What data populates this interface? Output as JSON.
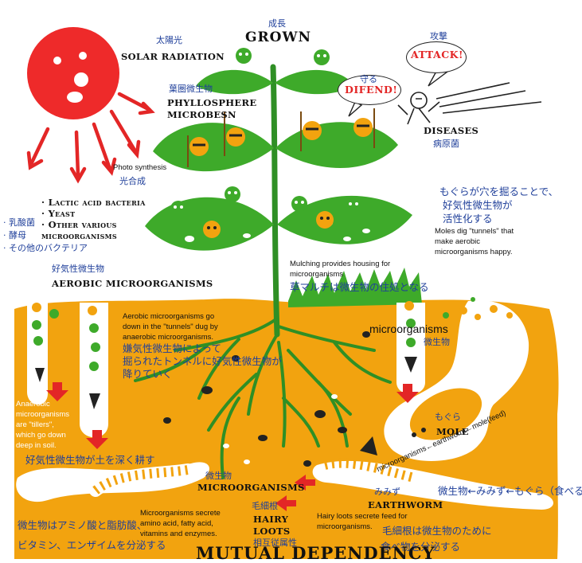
{
  "header": {
    "grown_jp": "成長",
    "grown_en": "GROWN",
    "solar_jp": "太陽光",
    "solar_en": "SOLAR RADIATION"
  },
  "leaves": {
    "phyllo_jp": "葉圏微生物",
    "phyllo_en_1": "PHYLLOSPHERE",
    "phyllo_en_2": "MICROBESN"
  },
  "defense": {
    "attack_jp": "攻撃",
    "attack_en": "ATTACK!",
    "defend_jp": "守る",
    "defend_en": "DIFEND!",
    "diseases_en": "DISEASES",
    "diseases_jp": "病原菌"
  },
  "photo": {
    "en": "Photo synthesis",
    "jp": "光合成"
  },
  "bacteria": {
    "en": [
      "· Lactic acid bacteria",
      "· Yeast",
      "· Other various",
      "  microorganisms"
    ],
    "jp": [
      "· 乳酸菌",
      "· 酵母",
      "· その他のバクテリア"
    ]
  },
  "mole_tunnel": {
    "jp_1": "もぐらが穴を掘ることで、",
    "jp_2": "好気性微生物が",
    "jp_3": "活性化する",
    "en_1": "Moles dig \"tunnels\" that",
    "en_2": "make aerobic",
    "en_3": "microorganisms happy."
  },
  "aerobic": {
    "jp": "好気性微生物",
    "en": "AEROBIC MICROORGANISMS"
  },
  "mulching": {
    "en_1": "Mulching provides housing for",
    "en_2": "microorganisms",
    "jp": "草マルチは微生物の住処となる"
  },
  "tunnels": {
    "en_1": "Aerobic microorganisms go",
    "en_2": "down in the \"tunnels\" dug by",
    "en_3": "anaerobic microorganisms.",
    "jp_1": "嫌気性微生物によって",
    "jp_2": "掘られたトンネルに好気性微生物が",
    "jp_3": "降りていく"
  },
  "micro_right": {
    "en": "microorganisms",
    "jp": "微生物"
  },
  "anaerobic": {
    "en_1": "Anaerobic",
    "en_2": "microorganisms",
    "en_3": "are \"tillers\",",
    "en_4": "which go down",
    "en_5": "deep in soil.",
    "jp": "好気性微生物が土を深く耕す"
  },
  "mole": {
    "jp": "もぐら",
    "en": "MOLE",
    "chain_en": "microorganisms←earthworm←mole(feed)",
    "chain_jp": "微生物←みみず←もぐら（食べる）"
  },
  "earthworm": {
    "jp": "みみず",
    "en": "EARTHWORM"
  },
  "center": {
    "micro_jp": "微生物",
    "micro_en": "MICROORGANISMS",
    "hair_jp": "毛細根",
    "hair_en_1": "HAIRY",
    "hair_en_2": "LOOTS",
    "mutual_jp": "相互従属性",
    "title": "MUTUAL DEPENDENCY"
  },
  "bottom_left": {
    "en_1": "Microorganisms secrete",
    "en_2": "amino acid, fatty acid,",
    "en_3": "vitamins and enzymes.",
    "jp_1": "微生物はアミノ酸と脂肪酸、",
    "jp_2": "ビタミン、エンザイムを分泌する"
  },
  "bottom_right": {
    "en_1": "Hairy loots secrete feed for",
    "en_2": "microorganisms.",
    "jp_1": "毛細根は微生物のために",
    "jp_2": "食べ物を分泌する"
  },
  "colors": {
    "soil": "#f2a30f",
    "leaf": "#3eaa2a",
    "stem": "#2f8f25",
    "sun": "#ee2a2a",
    "arrow": "#e32626",
    "bubble": "#ffffff"
  }
}
